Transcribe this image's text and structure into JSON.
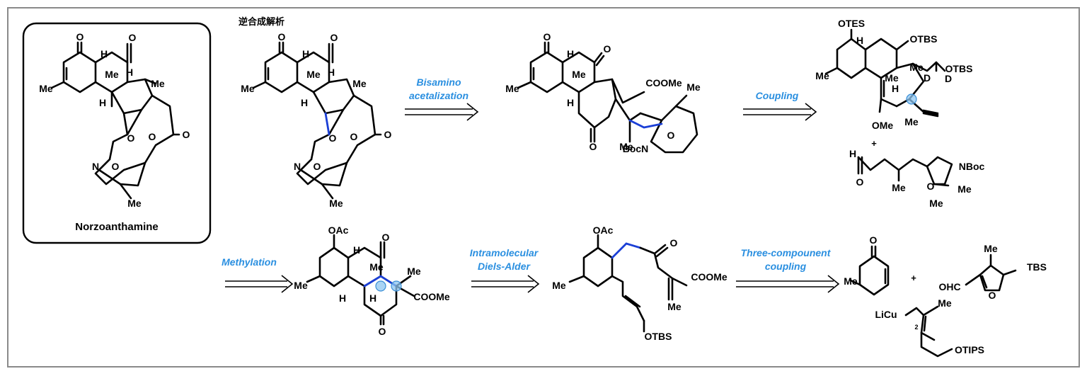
{
  "section_title": "逆合成解析",
  "target_name": "Norzoanthamine",
  "steps": [
    {
      "label_lines": [
        "Bisamino",
        "acetalization"
      ]
    },
    {
      "label_lines": [
        "Coupling"
      ]
    },
    {
      "label_lines": [
        "Methylation"
      ]
    },
    {
      "label_lines": [
        "Intramolecular",
        "Diels-Alder"
      ]
    },
    {
      "label_lines": [
        "Three-compounent",
        "coupling"
      ]
    }
  ],
  "atom_labels": {
    "target": [
      "O",
      "O",
      "H",
      "Me",
      "H",
      "Me",
      "H",
      "Me",
      "O",
      "O",
      "O",
      "N",
      "O",
      "Me"
    ],
    "s1": [
      "O",
      "O",
      "H",
      "Me",
      "H",
      "Me",
      "H",
      "Me",
      "O",
      "O",
      "O",
      "N",
      "O",
      "Me"
    ],
    "s2": [
      "O",
      "O",
      "H",
      "Me",
      "H",
      "COOMe",
      "Me",
      "Me",
      "O",
      "BocN",
      "O",
      "Me"
    ],
    "s3a": [
      "OTES",
      "H",
      "OTBS",
      "Me",
      "Me",
      "OTBS",
      "D",
      "D",
      "Me",
      "H",
      "Me",
      "OMe"
    ],
    "s3b": [
      "H",
      "O",
      "Me",
      "NBoc",
      "O",
      "Me",
      "Me",
      "+"
    ],
    "s4": [
      "OAc",
      "H",
      "O",
      "Me",
      "Me",
      "Me",
      "COOMe",
      "H",
      "H",
      "O"
    ],
    "s5": [
      "OAc",
      "O",
      "COOMe",
      "Me",
      "Me",
      "OTBS"
    ],
    "s6a": [
      "O",
      "Me"
    ],
    "s6b": [
      "Me",
      "TBS",
      "OHC",
      "O",
      "+"
    ],
    "s6c": [
      "LiCu",
      "Me",
      "2",
      "OTIPS"
    ]
  },
  "colors": {
    "step_label": "#2a8fe0",
    "highlight_bond": "#1b3fd6",
    "marker": "#8ec6f0",
    "frame": "#8a8a8a"
  }
}
